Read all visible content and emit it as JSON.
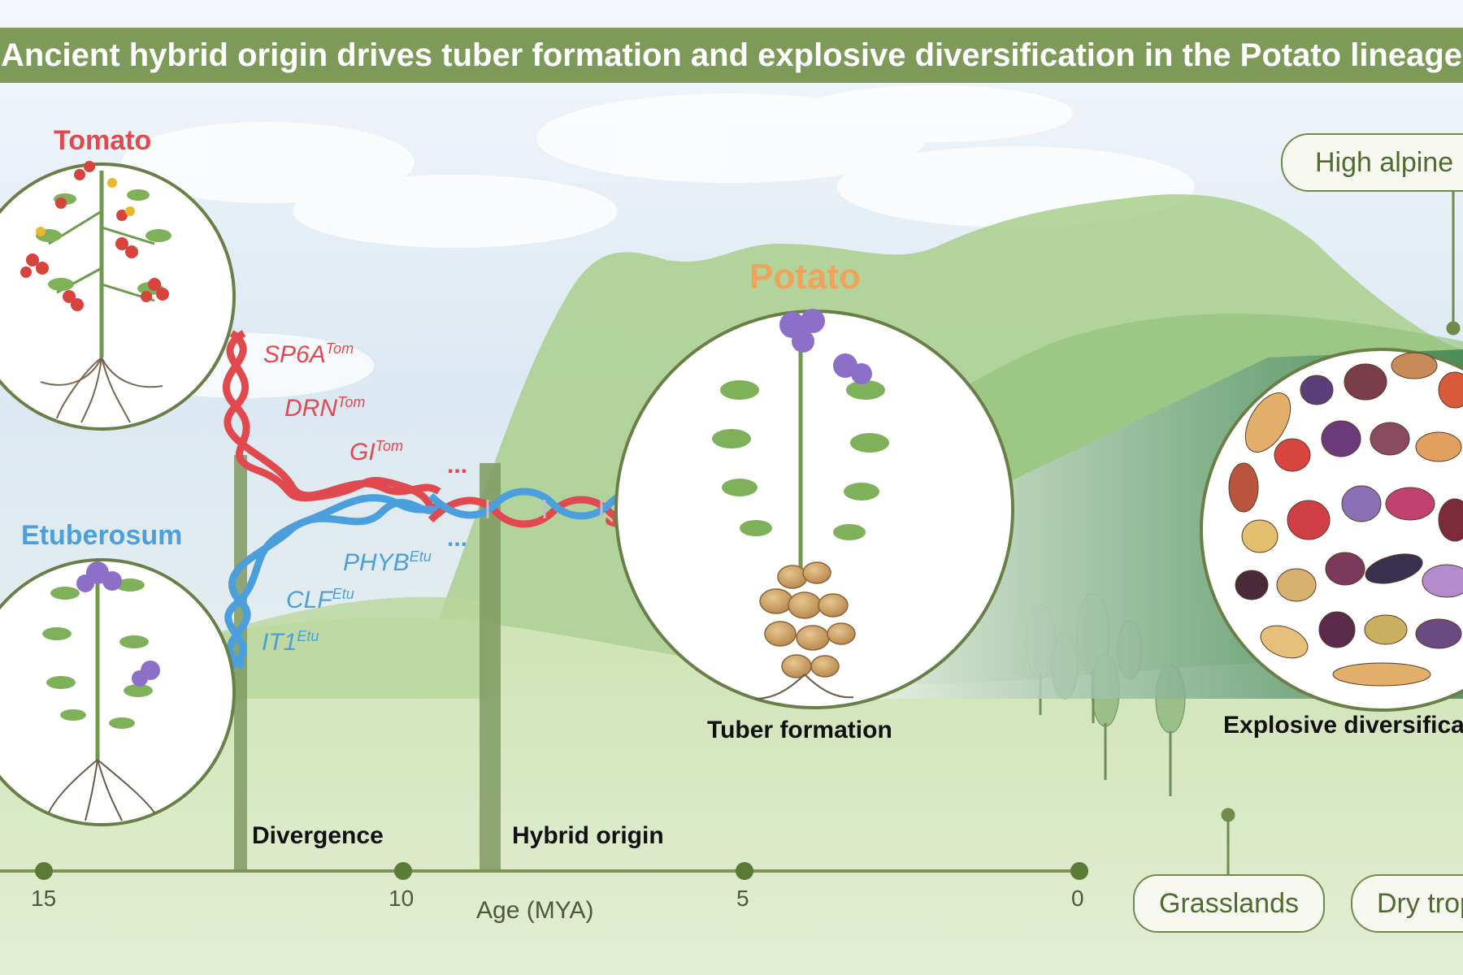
{
  "title": "Ancient hybrid origin drives tuber formation and explosive diversification in the Potato lineage",
  "species": {
    "tomato": "Tomato",
    "etuberosum": "Etuberosum",
    "potato": "Potato"
  },
  "genes": {
    "tomato": [
      {
        "name": "SP6A",
        "sup": "Tom"
      },
      {
        "name": "DRN",
        "sup": "Tom"
      },
      {
        "name": "GI",
        "sup": "Tom"
      }
    ],
    "etuberosum": [
      {
        "name": "PHYB",
        "sup": "Etu"
      },
      {
        "name": "CLF",
        "sup": "Etu"
      },
      {
        "name": "IT1",
        "sup": "Etu"
      }
    ],
    "ellipsis": "..."
  },
  "events": {
    "divergence": "Divergence",
    "hybrid_origin": "Hybrid origin",
    "tuber_formation": "Tuber formation",
    "explosive": "Explosive diversification"
  },
  "axis": {
    "label": "Age (MYA)",
    "ticks": [
      "15",
      "10",
      "5",
      "0"
    ]
  },
  "habitats": {
    "high_alpine": "High alpine",
    "grasslands": "Grasslands",
    "dry_tropical": "Dry tropical"
  },
  "colors": {
    "title_bar": "#7d9a58",
    "tomato": "#e04a4f",
    "etuberosum": "#4b9fdc",
    "potato": "#f0a35a",
    "circle_border": "#6a7f48"
  }
}
